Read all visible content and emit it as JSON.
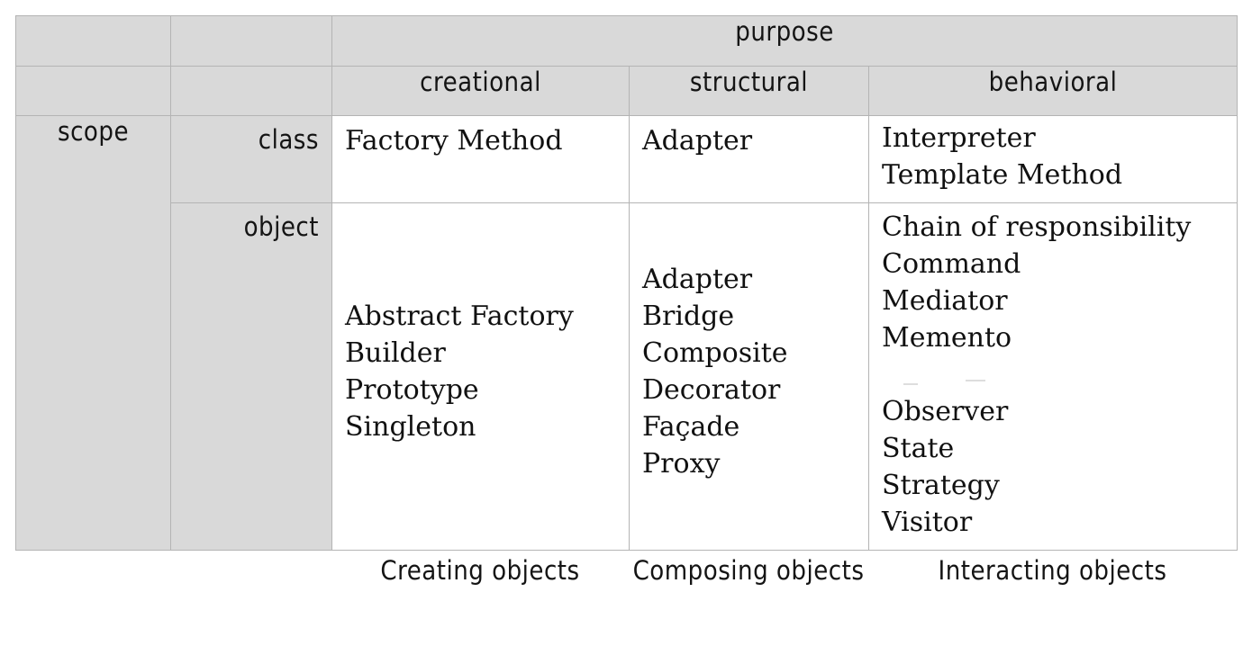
{
  "table": {
    "corner_blank_1": "",
    "corner_blank_2": "",
    "purpose_header": "purpose",
    "sub_blank_1": "",
    "sub_blank_2": "",
    "columns": [
      "creational",
      "structural",
      "behavioral"
    ],
    "scope_label": "scope",
    "rows": [
      {
        "kind": "class",
        "creational": [
          "Factory Method"
        ],
        "structural": [
          "Adapter"
        ],
        "behavioral": [
          "Interpreter",
          "Template Method"
        ]
      },
      {
        "kind": "object",
        "creational": [
          "Abstract Factory",
          "Builder",
          "Prototype",
          "Singleton"
        ],
        "structural": [
          "Adapter",
          "Bridge",
          "Composite",
          "Decorator",
          "Façade",
          "Proxy"
        ],
        "behavioral_top": [
          "Chain of responsibility",
          "Command",
          "Mediator",
          "Memento"
        ],
        "behavioral_bottom": [
          "Observer",
          "State",
          "Strategy",
          "Visitor"
        ]
      }
    ]
  },
  "footer": {
    "creational_caption": "Creating objects",
    "structural_caption": "Composing objects",
    "behavioral_caption": "Interacting objects"
  },
  "colors": {
    "header_fill": "#d9d9d9",
    "cell_fill": "#ffffff",
    "border": "#b4b4b4",
    "thick_border": "#a8a8a8",
    "text": "#141414"
  }
}
